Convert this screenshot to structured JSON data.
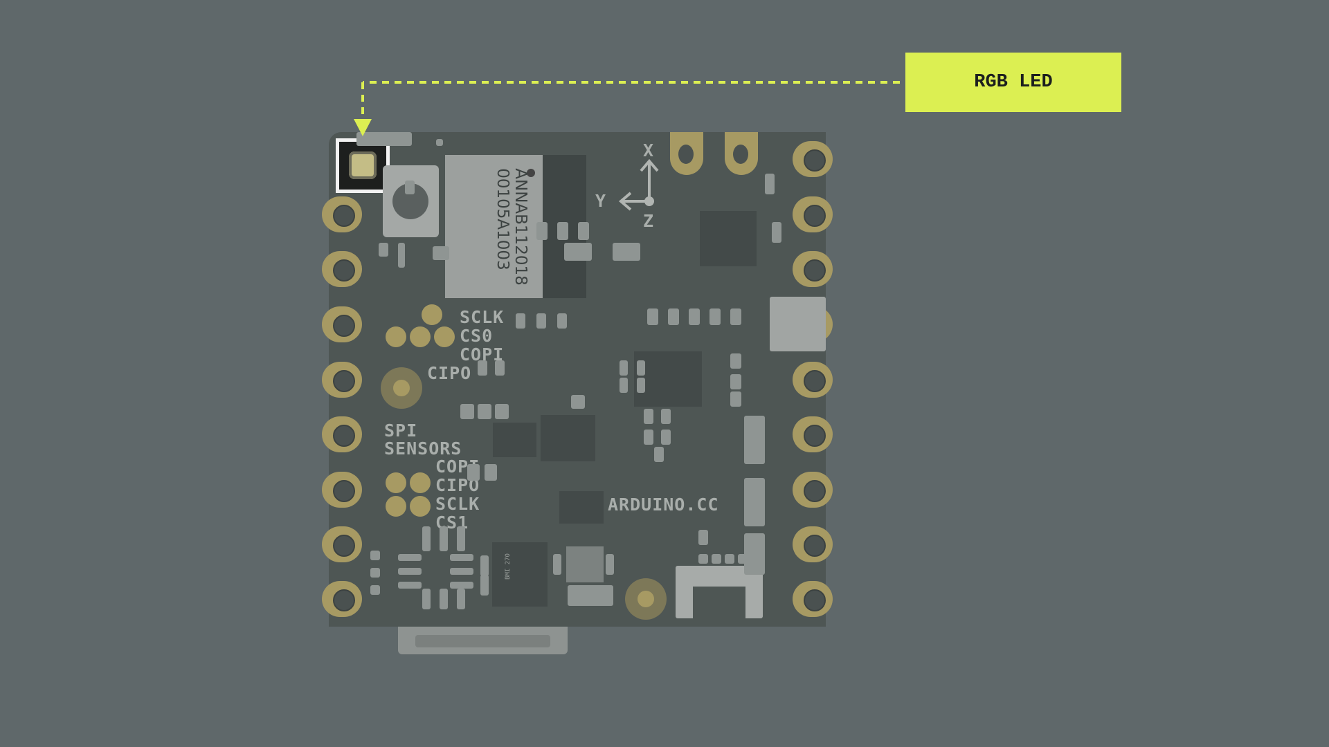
{
  "callout": {
    "label": "RGB LED",
    "accent_color": "#dcef52"
  },
  "board": {
    "module_text_line1": "ANNAB112018",
    "module_text_line2": "00105A1003",
    "axis": {
      "x": "X",
      "y": "Y",
      "z": "Z"
    },
    "spi_top": [
      "SCLK",
      "CS0",
      "COPI",
      "CIPO"
    ],
    "spi_title": [
      "SPI",
      "SENSORS"
    ],
    "spi_bottom": [
      "COPI",
      "CIPO",
      "SCLK",
      "CS1"
    ],
    "brand": "ARDUINO.CC",
    "imu_chip": "BMI 270"
  }
}
